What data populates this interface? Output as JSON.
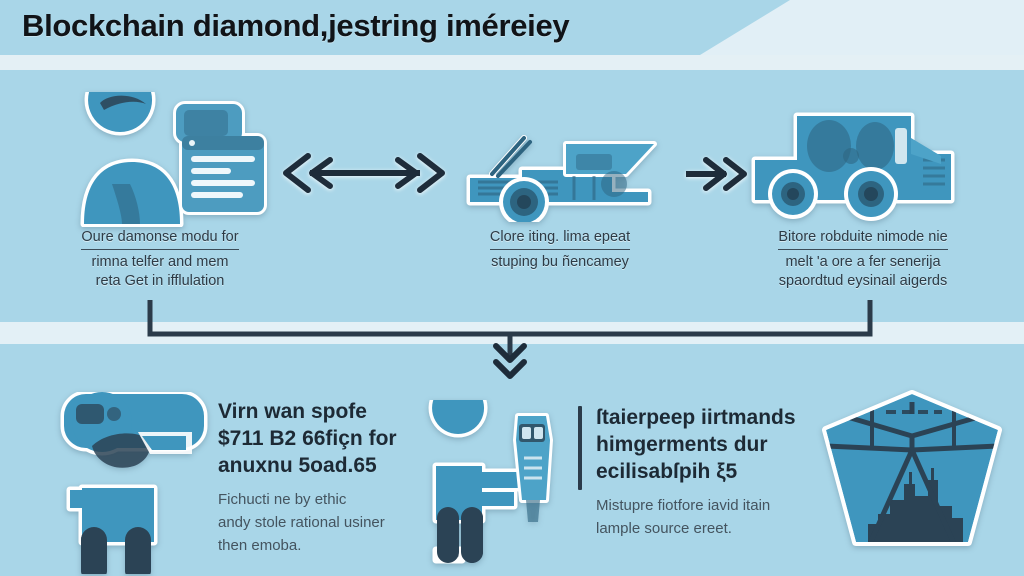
{
  "header": {
    "title": "Blockchain diamond,jestring iméreiey",
    "band_color": "#a9d6e8",
    "pale_color": "#e1eff6"
  },
  "palette": {
    "background": "#a9d6e8",
    "band_light": "#e3f0f6",
    "art_fill": "#3f96be",
    "art_dark": "#2d6480",
    "art_darkest": "#2b4355",
    "text_dark": "#1d2a35",
    "text_body": "#44545f",
    "arrow": "#1e2c3a"
  },
  "flow_row": {
    "columns": [
      {
        "id": "column-consumer",
        "icon": "person-with-document-icon",
        "caption_heading": "Oure damonse modu for",
        "caption_lines": [
          "rimna telfer and mem",
          "reta Get in ifflulation"
        ]
      },
      {
        "id": "column-mining-truck",
        "icon": "mining-truck-icon",
        "caption_heading": "Clore iting. lima epeat",
        "caption_lines": [
          "stuping bu ñencamey"
        ]
      },
      {
        "id": "column-haul-truck",
        "icon": "haul-truck-icon",
        "caption_heading": "Bitore robduite nimode nie",
        "caption_lines": [
          "melt 'a ore a fer senerija",
          "spaordtud eysinail aigerds"
        ]
      }
    ],
    "arrows": [
      {
        "id": "arrow-bidirectional",
        "type": "double-headed-arrow"
      },
      {
        "id": "arrow-forward",
        "type": "double-chevron-right"
      }
    ]
  },
  "connector": {
    "id": "bracket-connector",
    "arrow": "double-chevron-down"
  },
  "lower_row": {
    "items": [
      {
        "id": "block-inspection",
        "icon": "person-with-camera-icon",
        "title_lines": [
          "Virn wan spofe",
          "$711 B2 66fiçn for",
          "anuxnu 5oad.65"
        ],
        "body_lines": [
          "Fichucti ne by ethic",
          "andy stole rational usiner",
          "then emoba."
        ]
      },
      {
        "id": "block-verification",
        "icon": "person-with-scanner-icon",
        "title_lines": [
          "ſtaierpeep iirtmands",
          "himgerments dur",
          "ecilisabſpih ξ5"
        ],
        "body_lines": [
          "Mistupre fiotfore iavid itain",
          "lample source ereet."
        ],
        "has_accent_bar": true
      },
      {
        "id": "block-diamond",
        "icon": "diamond-with-skyline-icon"
      }
    ]
  }
}
